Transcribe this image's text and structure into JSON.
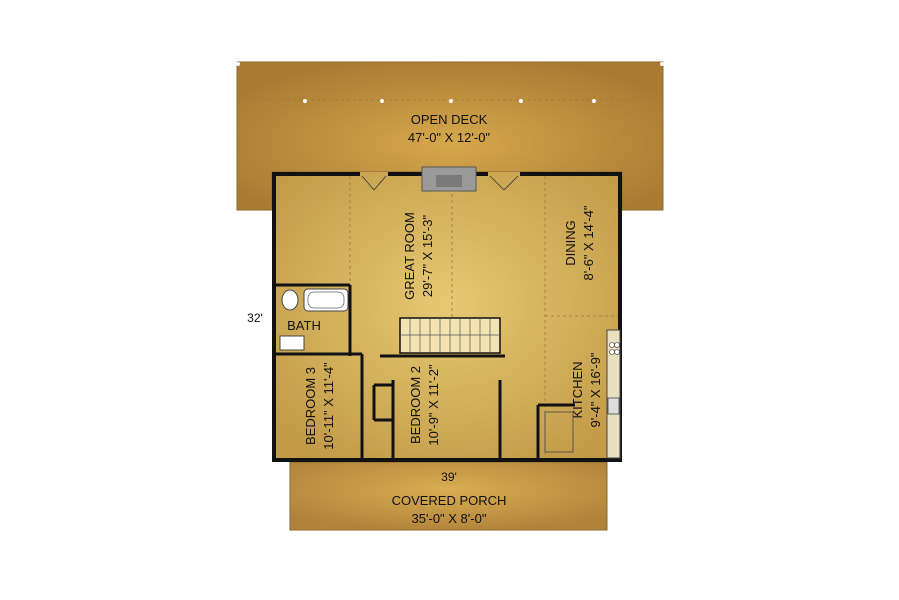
{
  "rooms": {
    "open_deck": {
      "name": "OPEN DECK",
      "size": "47'-0\" X 12'-0\""
    },
    "great_room": {
      "name": "GREAT ROOM",
      "size": "29'-7\" X 15'-3\""
    },
    "dining": {
      "name": "DINING",
      "size": "8'-6\" X 14'-4\""
    },
    "bath": {
      "name": "BATH"
    },
    "bedroom3": {
      "name": "BEDROOM 3",
      "size": "10'-11\" X 11'-4\""
    },
    "bedroom2": {
      "name": "BEDROOM 2",
      "size": "10'-9\" X 11'-2\""
    },
    "kitchen": {
      "name": "KITCHEN",
      "size": "9'-4\" X 16'-9\""
    },
    "covered_porch": {
      "name": "COVERED PORCH",
      "size": "35'-0\" X 8'-0\""
    }
  },
  "dimensions": {
    "depth": "32'",
    "width": "39'"
  },
  "colors": {
    "deck": "#b98a3c",
    "deck_light": "#d2a24a",
    "floor": "#c8a24e",
    "floor_light": "#e2c570",
    "wall": "#111111",
    "fireplace": "#9a9a9a"
  }
}
